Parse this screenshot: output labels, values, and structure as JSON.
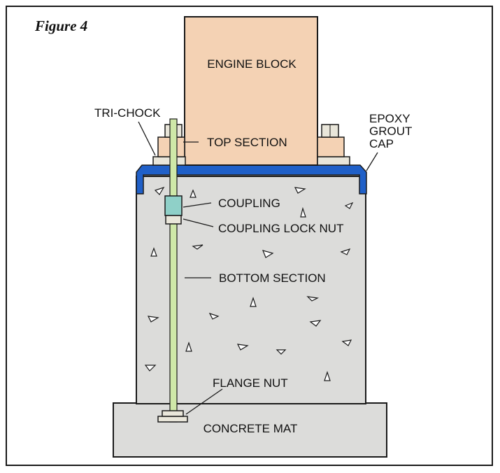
{
  "figure_label": "Figure 4",
  "labels": {
    "engine_block": "ENGINE BLOCK",
    "tri_chock": "TRI-CHOCK",
    "epoxy_line1": "EPOXY",
    "epoxy_line2": "GROUT",
    "epoxy_line3": "CAP",
    "top_section": "TOP SECTION",
    "coupling": "COUPLING",
    "coupling_lock_nut": "COUPLING LOCK NUT",
    "bottom_section": "BOTTOM SECTION",
    "flange_nut": "FLANGE NUT",
    "concrete_mat": "CONCRETE MAT"
  },
  "colors": {
    "engine_block": "#f4d2b4",
    "concrete": "#dcdcda",
    "epoxy_cap": "#2060c8",
    "bolt": "#cfe8a8",
    "coupling": "#8fd0c8",
    "steel": "#e9e6da",
    "outline": "#1a1a1a"
  }
}
